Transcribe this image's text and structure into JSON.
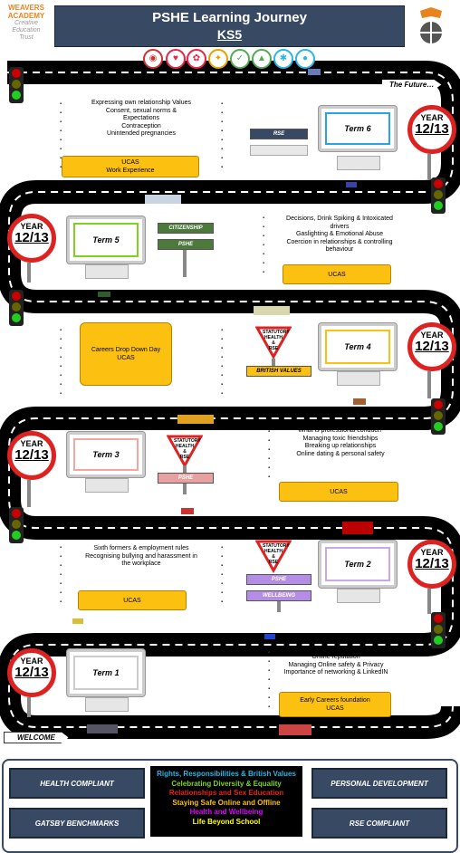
{
  "header": {
    "title": "PSHE Learning Journey",
    "subtitle": "KS5",
    "logo_left_lines": [
      "WEAVERS",
      "ACADEMY",
      "Creative",
      "Education",
      "Trust"
    ]
  },
  "road": {
    "future_label": "The Future…",
    "welcome_label": "WELCOME"
  },
  "rows": {
    "row1": {
      "topics": [
        "Expressing own relationship Values",
        "Consent, sexual norms &",
        "Expectations",
        "Contraception",
        "Unintended pregnancies"
      ],
      "box": [
        "UCAS",
        "Work Experience"
      ],
      "sign": "RSE",
      "term": "Term 6",
      "year_label": "YEAR",
      "year_value": "12/13"
    },
    "row2": {
      "year_label": "YEAR",
      "year_value": "12/13",
      "term": "Term 5",
      "signs": [
        "CITIZENSHIP",
        "PSHE"
      ],
      "topics": [
        "Decisions, Drink Spiking & Intoxicated",
        "drivers",
        "Gaslighting & Emotional Abuse",
        "Coercion in relationships & controlling",
        "behaviour"
      ],
      "box": [
        "UCAS"
      ]
    },
    "row3": {
      "box": [
        "Careers Drop Down Day",
        "UCAS"
      ],
      "tri": [
        "STATUTORY",
        "HEALTH",
        "&",
        "RSE"
      ],
      "sign": "BRITISH VALUES",
      "term": "Term 4",
      "year_label": "YEAR",
      "year_value": "12/13"
    },
    "row4": {
      "year_label": "YEAR",
      "year_value": "12/13",
      "term": "Term 3",
      "tri": [
        "STATUTORY",
        "HEALTH",
        "&",
        "RSE"
      ],
      "sign": "PSHE",
      "topics": [
        "What is professional conduct?",
        "Managing toxic friendships",
        "Breaking up relationships",
        "Online dating & personal safety"
      ],
      "box": [
        "UCAS"
      ]
    },
    "row5": {
      "topics": [
        "Sixth formers & employment rules",
        "Recognising bullying and harassment in",
        "the workplace"
      ],
      "box": [
        "UCAS"
      ],
      "tri": [
        "STATUTORY",
        "HEALTH",
        "&",
        "RSE"
      ],
      "signs": [
        "PSHE",
        "WELLBEING"
      ],
      "term": "Term 2",
      "year_label": "YEAR",
      "year_value": "12/13"
    },
    "row6": {
      "year_label": "YEAR",
      "year_value": "12/13",
      "term": "Term 1",
      "topics": [
        "Online reputation",
        "Managing Online safety & Privacy",
        "Importance of networking & LinkedIN"
      ],
      "box": [
        "Early Careers foundation",
        "UCAS"
      ]
    }
  },
  "footer": {
    "buttons": [
      "HEALTH COMPLIANT",
      "PERSONAL DEVELOPMENT",
      "GATSBY BENCHMARKS",
      "RSE COMPLIANT"
    ],
    "legend": [
      {
        "text": "Rights, Responsibilities & British Values",
        "color": "#29b6e8"
      },
      {
        "text": "Celebrating Diversity & Equality",
        "color": "#7ed321"
      },
      {
        "text": "Relationships and Sex Education",
        "color": "#e2231a"
      },
      {
        "text": "Staying Safe Online and Offline",
        "color": "#ffc000"
      },
      {
        "text": "Health and Wellbeing",
        "color": "#e100ff"
      },
      {
        "text": "Life Beyond School",
        "color": "#ffff00"
      }
    ]
  },
  "colors": {
    "navy": "#384a63",
    "ucas_yellow": "#fcc011",
    "term6_border": "#29a3e8",
    "term5_border": "#7ed321",
    "term4_border": "#fcc011",
    "term3_border": "#f4a6a0",
    "term2_border": "#c6a9e6",
    "term1_border": "#cccccc"
  }
}
